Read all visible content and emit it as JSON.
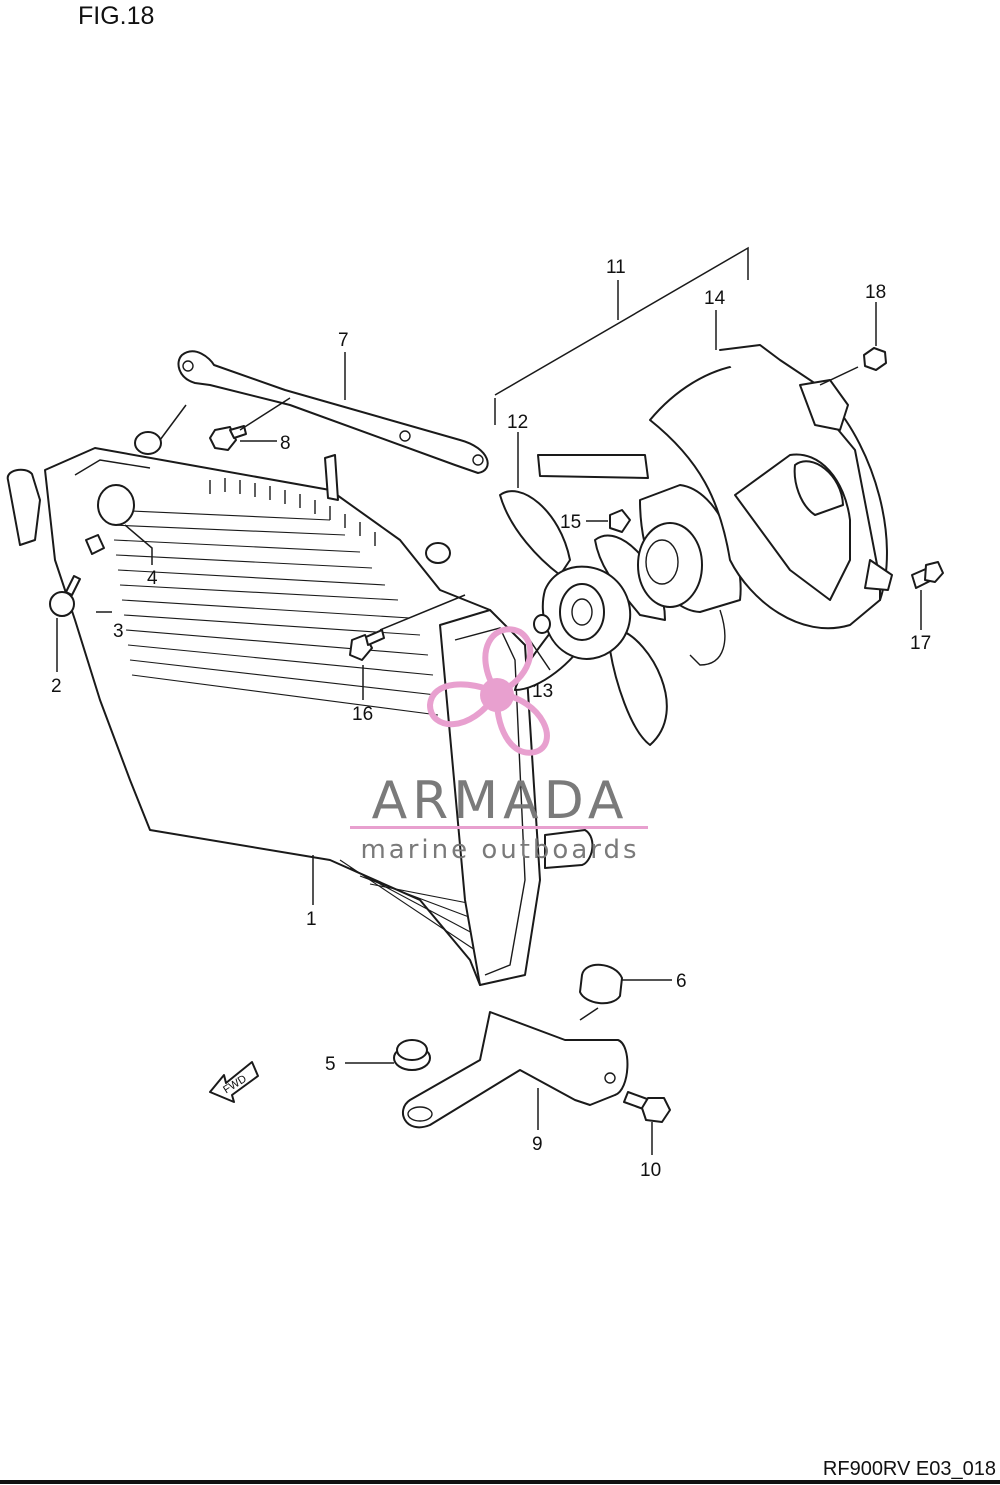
{
  "figure": {
    "title": "FIG.18",
    "code": "RF900RV E03_018"
  },
  "direction_marker": {
    "label": "FWD"
  },
  "watermark": {
    "brand": "ARMADA",
    "tagline": "marine outboards",
    "accent_color": "#e8a0cf",
    "text_color": "#7a7a7a"
  },
  "callouts": [
    "1",
    "2",
    "3",
    "4",
    "5",
    "6",
    "7",
    "8",
    "9",
    "10",
    "11",
    "12",
    "13",
    "14",
    "15",
    "16",
    "17",
    "18"
  ]
}
